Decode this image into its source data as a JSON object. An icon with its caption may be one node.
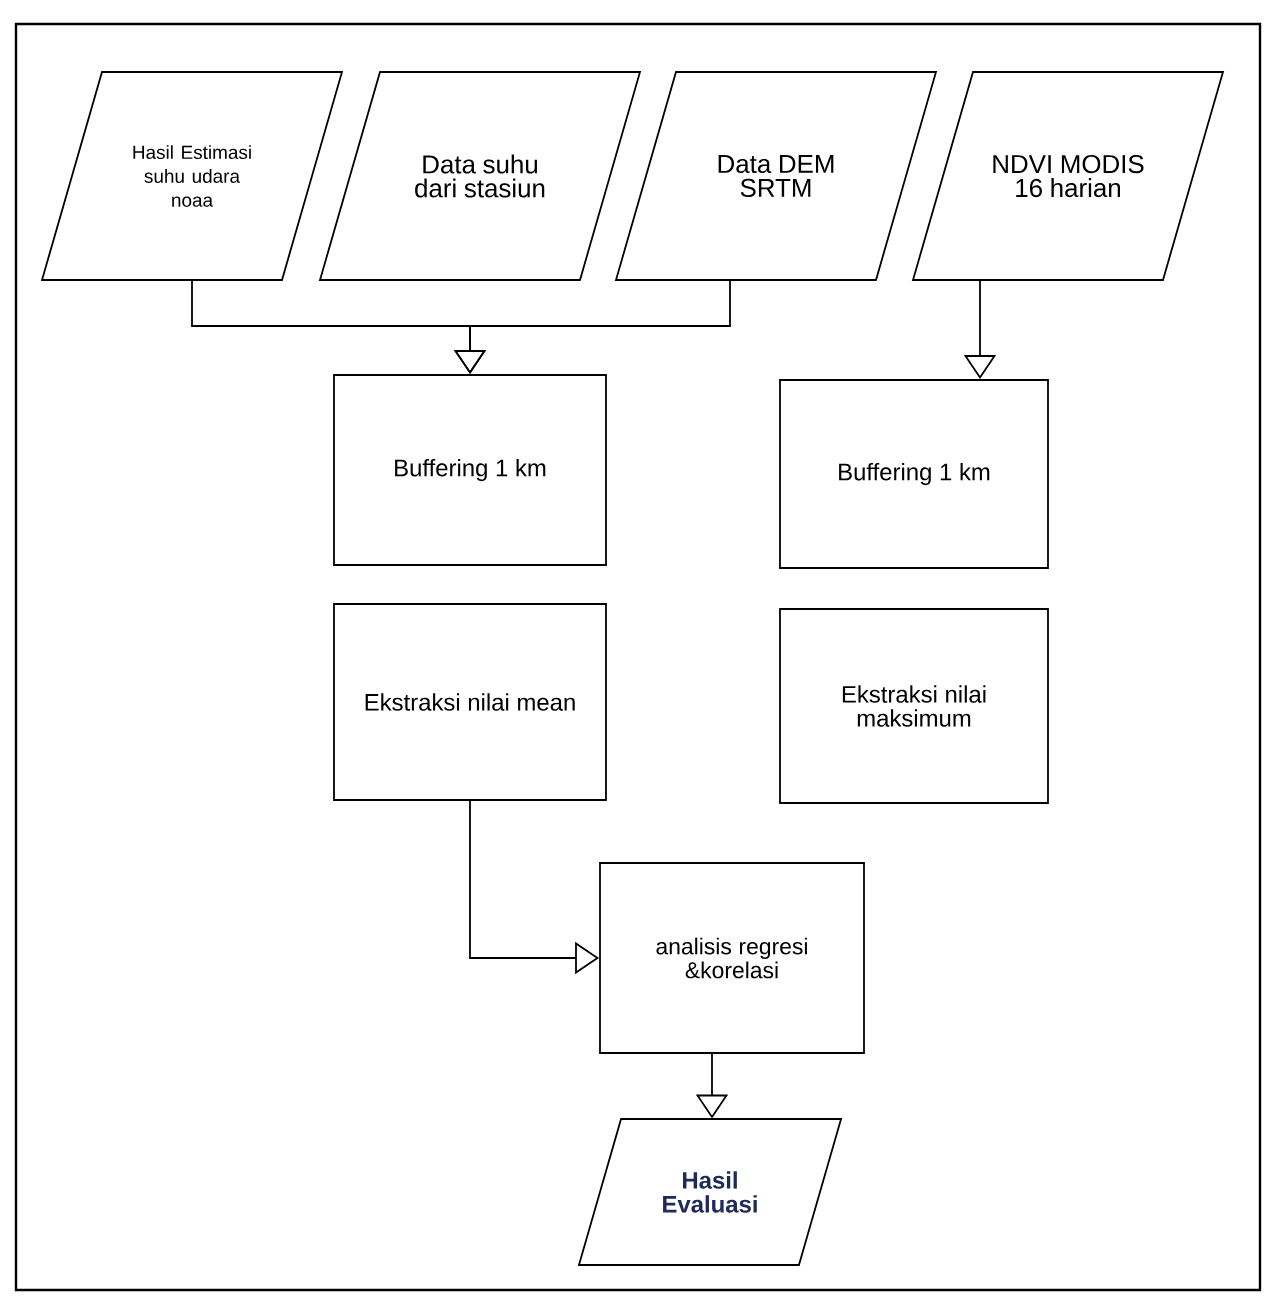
{
  "diagram": {
    "nodes": [
      {
        "text": [
          "Hasil Estimasi suhu udara noaa"
        ]
      },
      {
        "text": [
          "Data suhu dari stasiun"
        ]
      },
      {
        "text": [
          "Data DEM SRTM"
        ]
      },
      {
        "text": [
          "NDVI MODIS 16 harian"
        ]
      },
      {
        "text": [
          "Buffering 1 km"
        ]
      },
      {
        "text": [
          "Buffering 1 km"
        ]
      },
      {
        "text": [
          "Ekstraksi nilai mean"
        ]
      },
      {
        "text": [
          "Ekstraksi nilai maksimum"
        ]
      },
      {
        "text": [
          "analisis regresi &korelasi"
        ]
      },
      {
        "text": [
          "Hasil Evaluasi"
        ]
      }
    ],
    "edges": [
      {
        "from": 0,
        "to": 4,
        "arrow": "to"
      },
      {
        "from": 2,
        "to": 4,
        "arrow": "to"
      },
      {
        "from": 3,
        "to": 5,
        "arrow": "to"
      },
      {
        "from": 6,
        "to": 8,
        "arrow": "to"
      },
      {
        "from": 8,
        "to": 9,
        "arrow": "to"
      }
    ]
  }
}
